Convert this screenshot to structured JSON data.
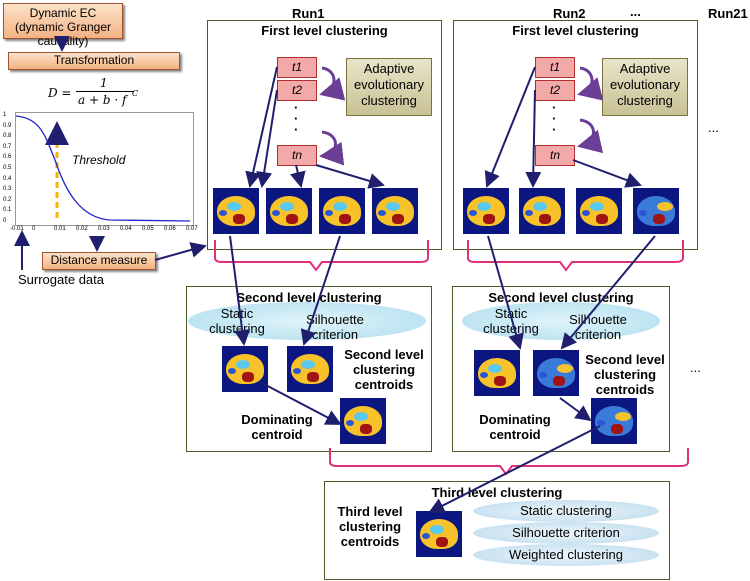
{
  "top_box": "Dynamic EC (dynamic Granger causality)",
  "transformation": "Transformation",
  "formula_lhs": "D =",
  "formula_num": "1",
  "formula_den": "a + b · f",
  "formula_sup": "C",
  "threshold": "Threshold",
  "distance_measure": "Distance measure",
  "surrogate_data": "Surrogate data",
  "plot": {
    "y_ticks": [
      "1",
      "0.9",
      "0.8",
      "0.7",
      "0.6",
      "0.5",
      "0.4",
      "0.3",
      "0.2",
      "0.1",
      "0"
    ],
    "x_ticks": [
      "-0.01",
      "0",
      "0.01",
      "0.02",
      "0.03",
      "0.04",
      "0.05",
      "0.06",
      "0.07"
    ]
  },
  "runs": {
    "run1": "Run1",
    "run2": "Run2",
    "dots": "...",
    "run21": "Run21"
  },
  "first_level": "First level clustering",
  "adaptive": "Adaptive evolutionary clustering",
  "t_labels": {
    "t1": "t1",
    "t2": "t2",
    "tn": "tn"
  },
  "vdots": "·",
  "ellipsis": "...",
  "second_level": "Second level clustering",
  "static_clustering": "Static clustering",
  "silhouette": "Silhouette criterion",
  "second_centroids": "Second level clustering centroids",
  "dominating": "Dominating centroid",
  "third_level": "Third level clustering",
  "third_centroids": "Third level clustering centroids",
  "third_methods": [
    "Static clustering",
    "Silhouette criterion",
    "Weighted clustering"
  ]
}
